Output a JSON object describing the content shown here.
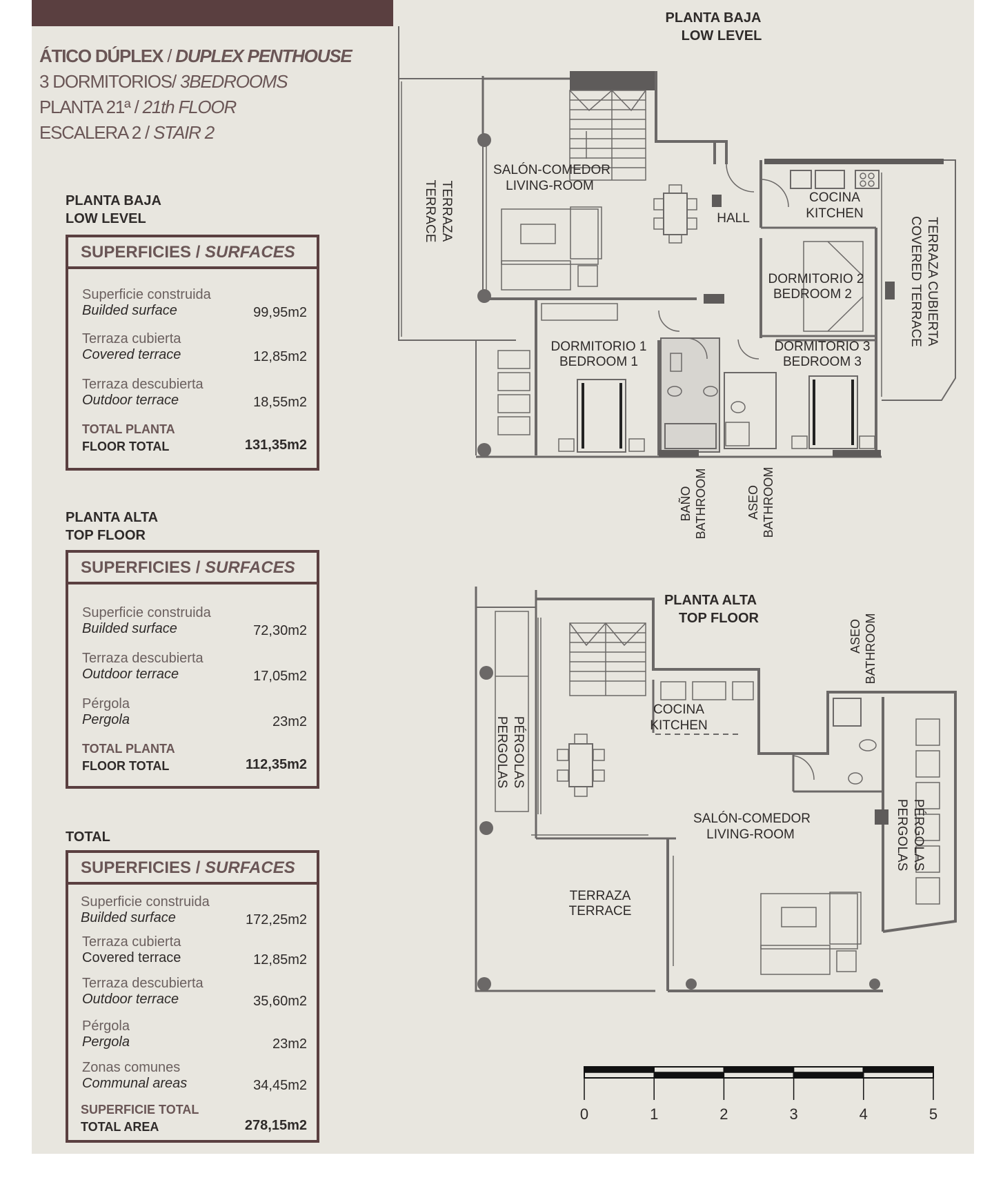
{
  "header": {
    "line1_es": "ÁTICO DÚPLEX",
    "line1_en": "DUPLEX PENTHOUSE",
    "line2_es": "3 DORMITORIOS",
    "line2_en": "3BEDROOMS",
    "line3_es": "PLANTA 21ª",
    "line3_en": "21th FLOOR",
    "line4_es": "ESCALERA 2",
    "line4_en": "STAIR 2",
    "sep": "/"
  },
  "low_level": {
    "section_es": "PLANTA BAJA",
    "section_en": "LOW LEVEL",
    "table_title_es": "SUPERFICIES",
    "table_title_en": "SURFACES",
    "rows": [
      {
        "es": "Superficie construida",
        "en": "Builded surface",
        "value": "99,95m2"
      },
      {
        "es": "Terraza cubierta",
        "en": "Covered terrace",
        "value": "12,85m2"
      },
      {
        "es": "Terraza descubierta",
        "en": "Outdoor terrace",
        "value": "18,55m2"
      }
    ],
    "total_es": "TOTAL PLANTA",
    "total_en": "FLOOR TOTAL",
    "total_value": "131,35m2"
  },
  "top_floor": {
    "section_es": "PLANTA ALTA",
    "section_en": "TOP FLOOR",
    "table_title_es": "SUPERFICIES",
    "table_title_en": "SURFACES",
    "rows": [
      {
        "es": "Superficie construida",
        "en": "Builded surface",
        "value": "72,30m2"
      },
      {
        "es": "Terraza descubierta",
        "en": "Outdoor terrace",
        "value": "17,05m2"
      },
      {
        "es": "Pérgola",
        "en": "Pergola",
        "value": "23m2"
      }
    ],
    "total_es": "TOTAL PLANTA",
    "total_en": "FLOOR TOTAL",
    "total_value": "112,35m2"
  },
  "total": {
    "section": "TOTAL",
    "table_title_es": "SUPERFICIES",
    "table_title_en": "SURFACES",
    "rows": [
      {
        "es": "Superficie construida",
        "en": "Builded surface",
        "value": "172,25m2"
      },
      {
        "es": "Terraza cubierta",
        "en": "Covered terrace",
        "value": "12,85m2"
      },
      {
        "es": "Terraza descubierta",
        "en": "Outdoor terrace",
        "value": "35,60m2"
      },
      {
        "es": "Pérgola",
        "en": "Pergola",
        "value": "23m2"
      },
      {
        "es": "Zonas comunes",
        "en": "Communal areas",
        "value": "34,45m2"
      }
    ],
    "total_es": "SUPERFICIE TOTAL",
    "total_en": "TOTAL AREA",
    "total_value": "278,15m2"
  },
  "plan_low": {
    "title_es": "PLANTA BAJA",
    "title_en": "LOW LEVEL",
    "terrace_es": "TERRAZA",
    "terrace_en": "TERRACE",
    "living_es": "SALÓN-COMEDOR",
    "living_en": "LIVING-ROOM",
    "hall": "HALL",
    "kitchen_es": "COCINA",
    "kitchen_en": "KITCHEN",
    "covered_es": "TERRAZA CUBIERTA",
    "covered_en": "COVERED TERRACE",
    "bed2_es": "DORMITORIO 2",
    "bed2_en": "BEDROOM 2",
    "bed1_es": "DORMITORIO 1",
    "bed1_en": "BEDROOM 1",
    "bed3_es": "DORMITORIO 3",
    "bed3_en": "BEDROOM 3",
    "bath_es": "BAÑO",
    "bath_en": "BATHROOM",
    "aseo_es": "ASEO",
    "aseo_en": "BATHROOM"
  },
  "plan_top": {
    "title_es": "PLANTA ALTA",
    "title_en": "TOP FLOOR",
    "aseo_es": "ASEO",
    "aseo_en": "BATHROOM",
    "kitchen_es": "COCINA",
    "kitchen_en": "KITCHEN",
    "pergolas_es": "PÉRGOLAS",
    "pergolas_en": "PERGOLAS",
    "pergolas_r_es": "PÉRGOLAS",
    "pergolas_r_en": "PERGOLAS",
    "living_es": "SALÓN-COMEDOR",
    "living_en": "LIVING-ROOM",
    "terrace_es": "TERRAZA",
    "terrace_en": "TERRACE"
  },
  "scale": {
    "ticks": [
      "0",
      "1",
      "2",
      "3",
      "4",
      "5"
    ]
  }
}
